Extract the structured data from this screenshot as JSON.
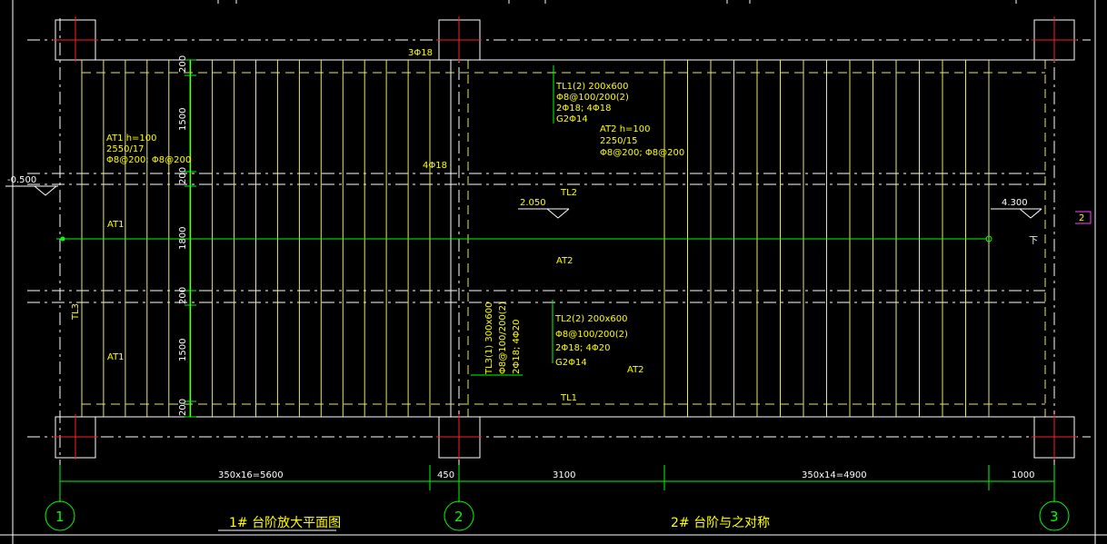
{
  "titles": {
    "left": "1# 台阶放大平面图",
    "right": "2# 台阶与之对称"
  },
  "axes": [
    "1",
    "2",
    "3"
  ],
  "dimensions": {
    "bottom": [
      "350x16=5600",
      "450",
      "3100",
      "350x14=4900",
      "1000"
    ],
    "vertical": [
      "200",
      "1500",
      "200",
      "1800",
      "200",
      "1500",
      "200"
    ]
  },
  "elevations": [
    "-0.500",
    "2.050",
    "4.300"
  ],
  "notes": {
    "at1": [
      "AT1 h=100",
      "2550/17",
      "Φ8@200; Φ8@200"
    ],
    "tl1": [
      "TL1(2) 200x600",
      "Φ8@100/200(2)",
      "2Φ18; 4Φ18",
      "G2Φ14"
    ],
    "at2": [
      "AT2 h=100",
      "2250/15",
      "Φ8@200; Φ8@200"
    ],
    "tl2": [
      "TL2(2) 200x600",
      "Φ8@100/200(2)",
      "2Φ18; 4Φ20",
      "G2Φ14"
    ],
    "tl3": [
      "TL3(1) 300x600",
      "Φ8@100/200(2)",
      "2Φ18; 4Φ20"
    ]
  },
  "labels": {
    "top_rebar": "3Φ18",
    "mid_rebar": "4Φ18",
    "at1_upper": "AT1",
    "at1_lower": "AT1",
    "tl3_side": "TL3",
    "at2_center": "AT2",
    "at2_lower": "AT2",
    "tl2_label": "TL2",
    "tl1_label": "TL1",
    "down": "下",
    "section_mark": "2"
  },
  "colors": {
    "background": "#000000",
    "dimension": "#00ff00",
    "annotation": "#ffff00",
    "outline": "#ffffff",
    "steps": "#e6e66b",
    "axis_cross": "#ff2020"
  }
}
